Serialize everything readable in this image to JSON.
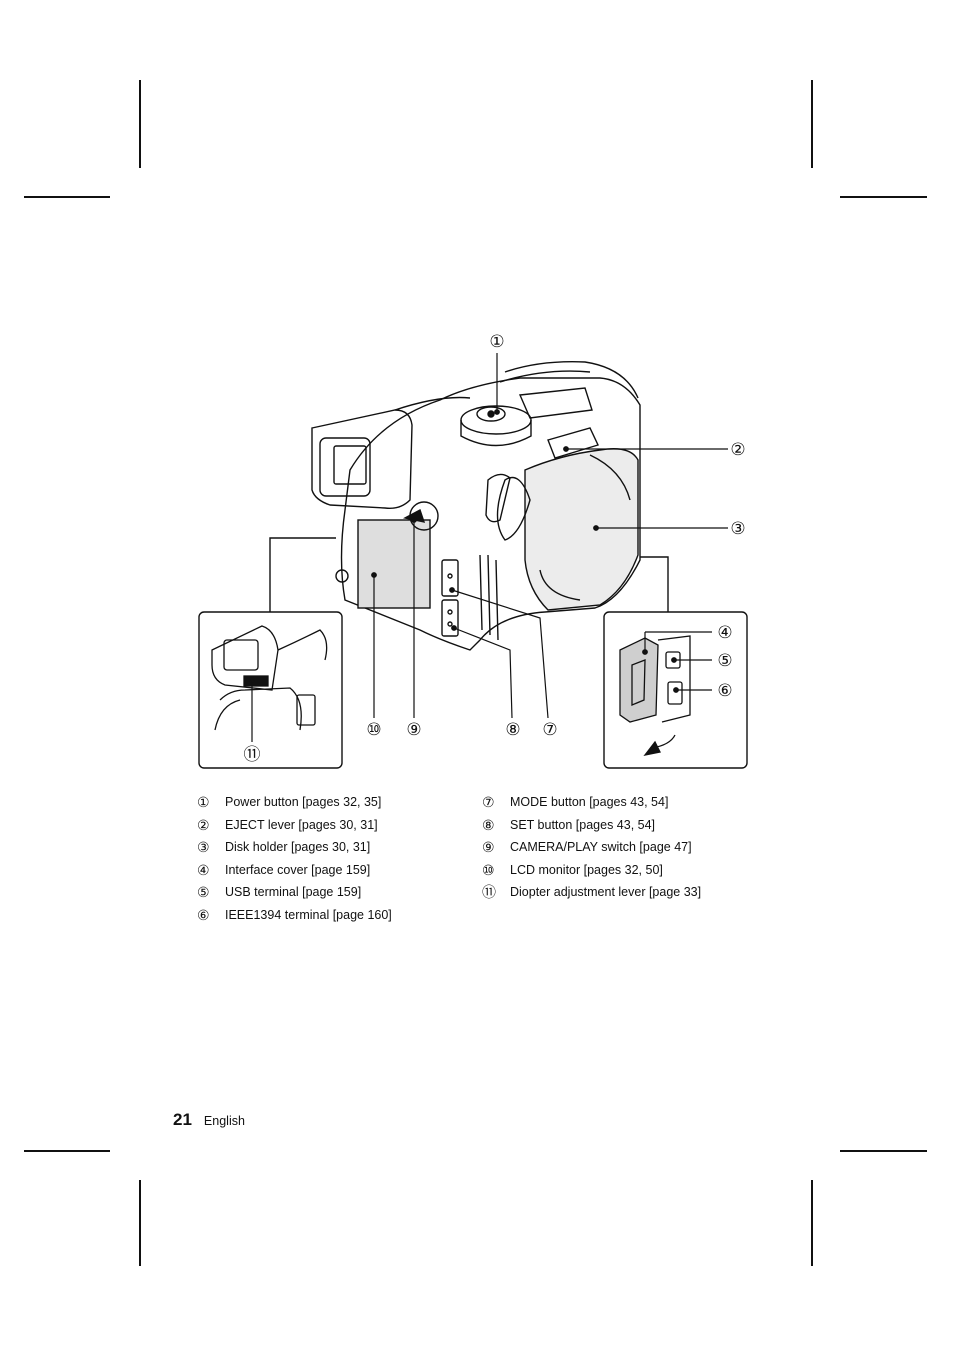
{
  "callouts": [
    "①",
    "②",
    "③",
    "④",
    "⑤",
    "⑥",
    "⑦",
    "⑧",
    "⑨",
    "⑩",
    "⑪"
  ],
  "legend_left": [
    {
      "num": "①",
      "text": "Power button [pages 32, 35]"
    },
    {
      "num": "②",
      "text": "EJECT lever [pages 30, 31]"
    },
    {
      "num": "③",
      "text": "Disk holder [pages 30, 31]"
    },
    {
      "num": "④",
      "text": "Interface cover [page 159]"
    },
    {
      "num": "⑤",
      "text": "USB terminal [page 159]"
    },
    {
      "num": "⑥",
      "text": "IEEE1394 terminal [page 160]"
    }
  ],
  "legend_right": [
    {
      "num": "⑦",
      "text": "MODE button [pages 43, 54]"
    },
    {
      "num": "⑧",
      "text": "SET button [pages 43, 54]"
    },
    {
      "num": "⑨",
      "text": "CAMERA/PLAY switch [page 47]"
    },
    {
      "num": "⑩",
      "text": "LCD monitor [pages 32, 50]"
    },
    {
      "num": "⑪",
      "text": "Diopter adjustment lever [page 33]"
    }
  ],
  "footer": {
    "page_number": "21",
    "language": "English"
  }
}
